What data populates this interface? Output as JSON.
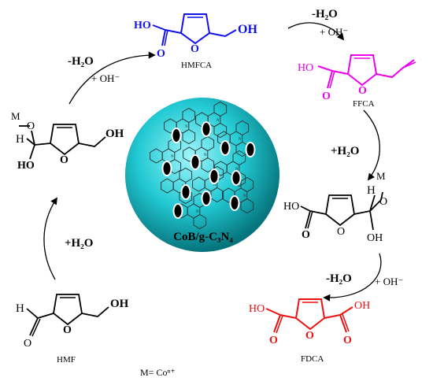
{
  "colors": {
    "black": "#000000",
    "hmfca": "#1010ee",
    "ffca": "#ee00ee",
    "fdca": "#ee1111",
    "sphere_light": "#9ff6fb",
    "sphere_mid": "#22c9d3",
    "sphere_dark": "#06747c"
  },
  "molecules": {
    "hmfca": {
      "name": "HMFCA",
      "ho": "HO",
      "o_ring": "O",
      "o_carbonyl": "O",
      "oh": "OH"
    },
    "ffca": {
      "name": "FFCA",
      "ho": "HO",
      "o_ring": "O",
      "o_carbonyl": "O"
    },
    "intermediate_left": {
      "m": "M",
      "o_m": "O",
      "h": "H",
      "ho": "HO",
      "o_ring": "O",
      "oh": "OH"
    },
    "intermediate_right": {
      "ho": "HO",
      "o_ring": "O",
      "o_carbonyl": "O",
      "h": "H",
      "m": "M",
      "o_m": "O",
      "oh": "OH"
    },
    "hmf": {
      "name": "HMF",
      "h": "H",
      "o_ring": "O",
      "o_carbonyl": "O",
      "oh": "OH"
    },
    "fdca": {
      "name": "FDCA",
      "ho": "HO",
      "o_ring": "O",
      "oh": "OH",
      "o_carbonyl_left": "O",
      "o_carbonyl_right": "O"
    }
  },
  "steps": {
    "top_left_water": "-H₂O",
    "top_left_hydroxide": "+ OH⁻",
    "top_right_water": "-H₂O",
    "top_right_hydroxide": "+ OH⁻",
    "right_hydration": "+H₂O",
    "bottom_right_water": "-H₂O",
    "bottom_right_hydroxide": "+ OH⁻",
    "left_hydration": "+H₂O"
  },
  "catalyst": {
    "label": "CoB/g-C₃N₄",
    "heptazine_n": "N"
  },
  "legend": {
    "metal": "M= Coⁿ⁺"
  }
}
